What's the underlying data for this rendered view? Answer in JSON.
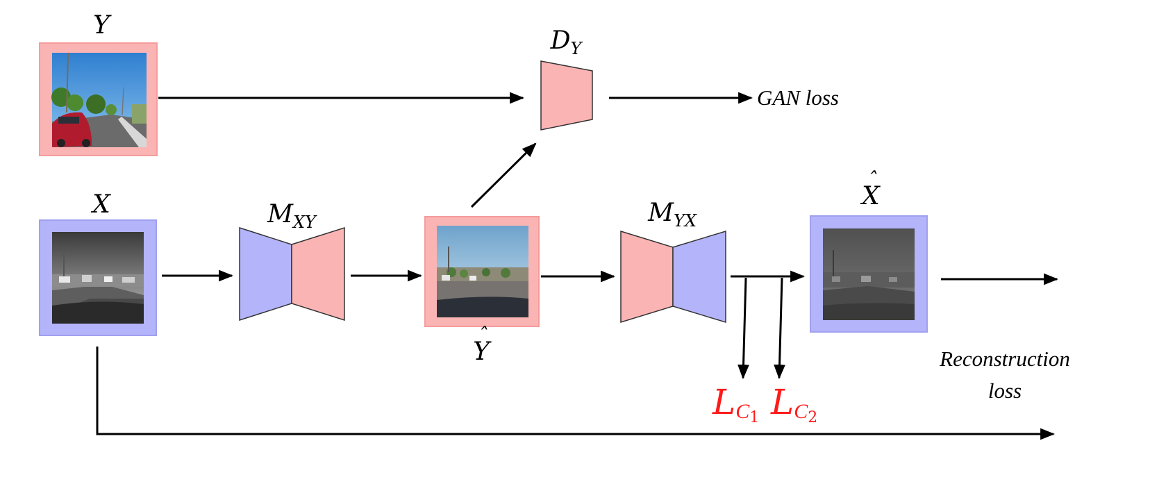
{
  "colors": {
    "pink": "#fbb4b4",
    "blue": "#b4b4fb",
    "red": "#ff1a1a",
    "arrow": "#000000"
  },
  "nodes": {
    "Y": {
      "label": "Y",
      "image": "photo-color-street-car"
    },
    "X": {
      "label": "X",
      "image": "photo-grayscale-parking"
    },
    "Yhat": {
      "label_base": "Y",
      "accent": "ˆ",
      "image": "photo-translated-street"
    },
    "Xhat": {
      "label_base": "X",
      "accent": "ˆ",
      "image": "photo-reconstructed-gray"
    }
  },
  "networks": {
    "DY": {
      "base": "D",
      "sub": "Y"
    },
    "MXY": {
      "base": "M",
      "sub": "XY"
    },
    "MYX": {
      "base": "M",
      "sub": "YX"
    }
  },
  "losses": {
    "gan": "GAN loss",
    "reconstruction_line1": "Reconstruction",
    "reconstruction_line2": "loss",
    "lc1": {
      "base": "L",
      "sub": "C",
      "subsub": "1"
    },
    "lc2": {
      "base": "L",
      "sub": "C",
      "subsub": "2"
    }
  }
}
